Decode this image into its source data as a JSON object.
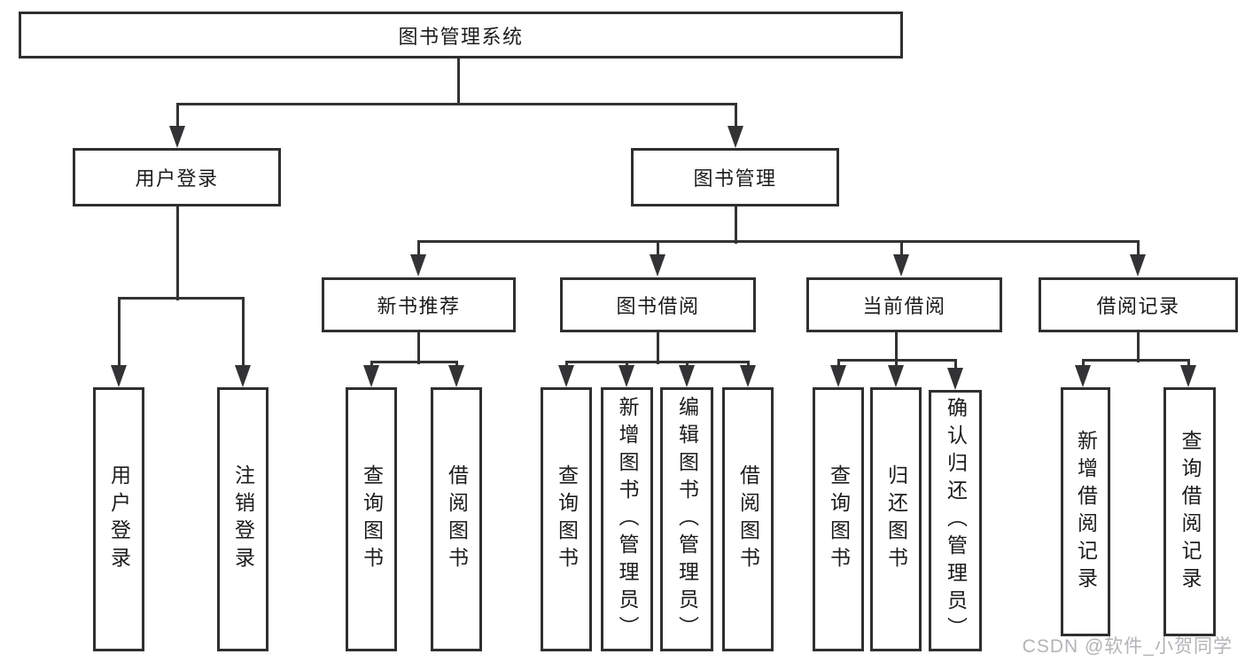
{
  "diagram": {
    "title": "图书管理系统",
    "colors": {
      "line": "#333335",
      "border": "#2f2f31",
      "text": "#1c1c1e",
      "background": "#ffffff",
      "watermark": "#b3b3b8"
    },
    "nodes": {
      "root": {
        "label": "图书管理系统"
      },
      "level2": [
        {
          "label": "用户登录"
        },
        {
          "label": "图书管理"
        }
      ],
      "level3": [
        {
          "label": "新书推荐"
        },
        {
          "label": "图书借阅"
        },
        {
          "label": "当前借阅"
        },
        {
          "label": "借阅记录"
        }
      ],
      "level4": {
        "user_login_children": [
          {
            "label": "用户登录"
          },
          {
            "label": "注销登录"
          }
        ],
        "new_book_children": [
          {
            "label": "查询图书"
          },
          {
            "label": "借阅图书"
          }
        ],
        "book_borrow_children": [
          {
            "label": "查询图书"
          },
          {
            "label": "新增图书（管理员）"
          },
          {
            "label": "编辑图书（管理员）"
          },
          {
            "label": "借阅图书"
          }
        ],
        "current_borrow_children": [
          {
            "label": "查询图书"
          },
          {
            "label": "归还图书"
          },
          {
            "label": "确认归还（管理员）"
          }
        ],
        "borrow_record_children": [
          {
            "label": "新增借阅记录"
          },
          {
            "label": "查询借阅记录"
          }
        ]
      }
    }
  },
  "watermark": {
    "text": "CSDN @软件_小贺同学"
  }
}
